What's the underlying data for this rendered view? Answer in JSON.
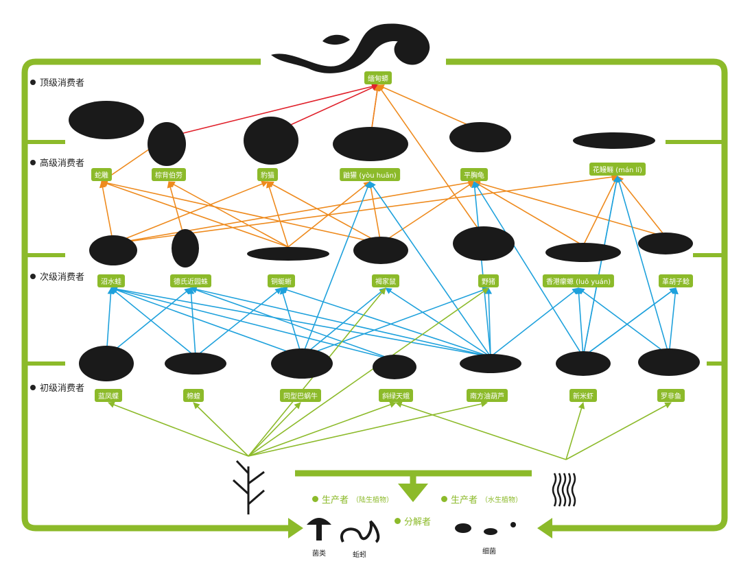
{
  "levels": [
    "顶级消费者",
    "高级消费者",
    "次级消费者",
    "初级消费者"
  ],
  "colors": {
    "frame": "#8cba2a",
    "predation_top": "#e0212b",
    "predation_high": "#ee8a1d",
    "predation_secondary": "#1ea1dc",
    "producer": "#8cba2a"
  },
  "nodes": {
    "python": "缅甸蟒",
    "eagle": "蛇雕",
    "shrike": "棕背伯劳",
    "leopardcat": "豹猫",
    "ferretbadger": "鼬獾 (yòu huān)",
    "turtle": "平胸龟",
    "eel": "花鳗鲡 (mán lí)",
    "frog": "沼水蛙",
    "spider": "德氏近园蛛",
    "skink": "铜蜓蜥",
    "rat": "褐家鼠",
    "boar": "野猪",
    "newt": "香港瘰螈 (luǒ yuán)",
    "catfish": "革胡子鲶",
    "butterfly": "蓝凤蝶",
    "locust": "棉蝗",
    "snail": "同型巴蜗牛",
    "moth": "斜绿天蛾",
    "cricket": "南方油葫芦",
    "shrimp": "新米虾",
    "tilapia": "罗非鱼"
  },
  "producers": {
    "label": "生产者",
    "land": "（陆生植物）",
    "water": "（水生植物）"
  },
  "decomposers": {
    "label": "分解者",
    "fungi": "菌类",
    "earthworm": "蚯蚓",
    "bacteria": "细菌"
  },
  "edges": [
    [
      "shrike",
      "python",
      "top"
    ],
    [
      "leopardcat",
      "python",
      "top"
    ],
    [
      "ferretbadger",
      "python",
      "top"
    ],
    [
      "ferretbadger",
      "python",
      "high"
    ],
    [
      "turtle",
      "python",
      "high"
    ],
    [
      "boar",
      "python",
      "high"
    ],
    [
      "shrike",
      "eagle",
      "high"
    ],
    [
      "frog",
      "eagle",
      "high"
    ],
    [
      "rat",
      "eagle",
      "high"
    ],
    [
      "skink",
      "eagle",
      "high"
    ],
    [
      "spider",
      "shrike",
      "high"
    ],
    [
      "skink",
      "shrike",
      "high"
    ],
    [
      "frog",
      "leopardcat",
      "high"
    ],
    [
      "rat",
      "leopardcat",
      "high"
    ],
    [
      "skink",
      "leopardcat",
      "high"
    ],
    [
      "rat",
      "ferretbadger",
      "high"
    ],
    [
      "skink",
      "ferretbadger",
      "high"
    ],
    [
      "frog",
      "turtle",
      "high"
    ],
    [
      "rat",
      "turtle",
      "high"
    ],
    [
      "newt",
      "eel",
      "high"
    ],
    [
      "catfish",
      "eel",
      "high"
    ],
    [
      "frog",
      "eel",
      "high"
    ],
    [
      "newt",
      "turtle",
      "high"
    ],
    [
      "catfish",
      "turtle",
      "high"
    ],
    [
      "snail",
      "ferretbadger",
      "sec"
    ],
    [
      "cricket",
      "ferretbadger",
      "sec"
    ],
    [
      "cricket",
      "turtle",
      "sec"
    ],
    [
      "shrimp",
      "turtle",
      "sec"
    ],
    [
      "shrimp",
      "eel",
      "sec"
    ],
    [
      "tilapia",
      "eel",
      "sec"
    ],
    [
      "shrimp",
      "eel",
      "sec"
    ],
    [
      "butterfly",
      "frog",
      "sec"
    ],
    [
      "locust",
      "frog",
      "sec"
    ],
    [
      "snail",
      "frog",
      "sec"
    ],
    [
      "moth",
      "frog",
      "sec"
    ],
    [
      "cricket",
      "frog",
      "sec"
    ],
    [
      "butterfly",
      "spider",
      "sec"
    ],
    [
      "locust",
      "spider",
      "sec"
    ],
    [
      "moth",
      "spider",
      "sec"
    ],
    [
      "cricket",
      "spider",
      "sec"
    ],
    [
      "locust",
      "skink",
      "sec"
    ],
    [
      "snail",
      "skink",
      "sec"
    ],
    [
      "cricket",
      "skink",
      "sec"
    ],
    [
      "snail",
      "rat",
      "sec"
    ],
    [
      "cricket",
      "rat",
      "sec"
    ],
    [
      "snail",
      "boar",
      "sec"
    ],
    [
      "cricket",
      "boar",
      "sec"
    ],
    [
      "cricket",
      "newt",
      "sec"
    ],
    [
      "shrimp",
      "newt",
      "sec"
    ],
    [
      "tilapia",
      "newt",
      "sec"
    ],
    [
      "shrimp",
      "catfish",
      "sec"
    ],
    [
      "tilapia",
      "catfish",
      "sec"
    ],
    [
      "shrimp",
      "catfish",
      "sec"
    ],
    [
      "land",
      "butterfly",
      "prod"
    ],
    [
      "land",
      "locust",
      "prod"
    ],
    [
      "land",
      "snail",
      "prod"
    ],
    [
      "land",
      "moth",
      "prod"
    ],
    [
      "land",
      "cricket",
      "prod"
    ],
    [
      "land",
      "rat",
      "prod"
    ],
    [
      "land",
      "boar",
      "prod"
    ],
    [
      "water",
      "shrimp",
      "prod"
    ],
    [
      "water",
      "tilapia",
      "prod"
    ],
    [
      "water",
      "moth",
      "prod"
    ]
  ]
}
